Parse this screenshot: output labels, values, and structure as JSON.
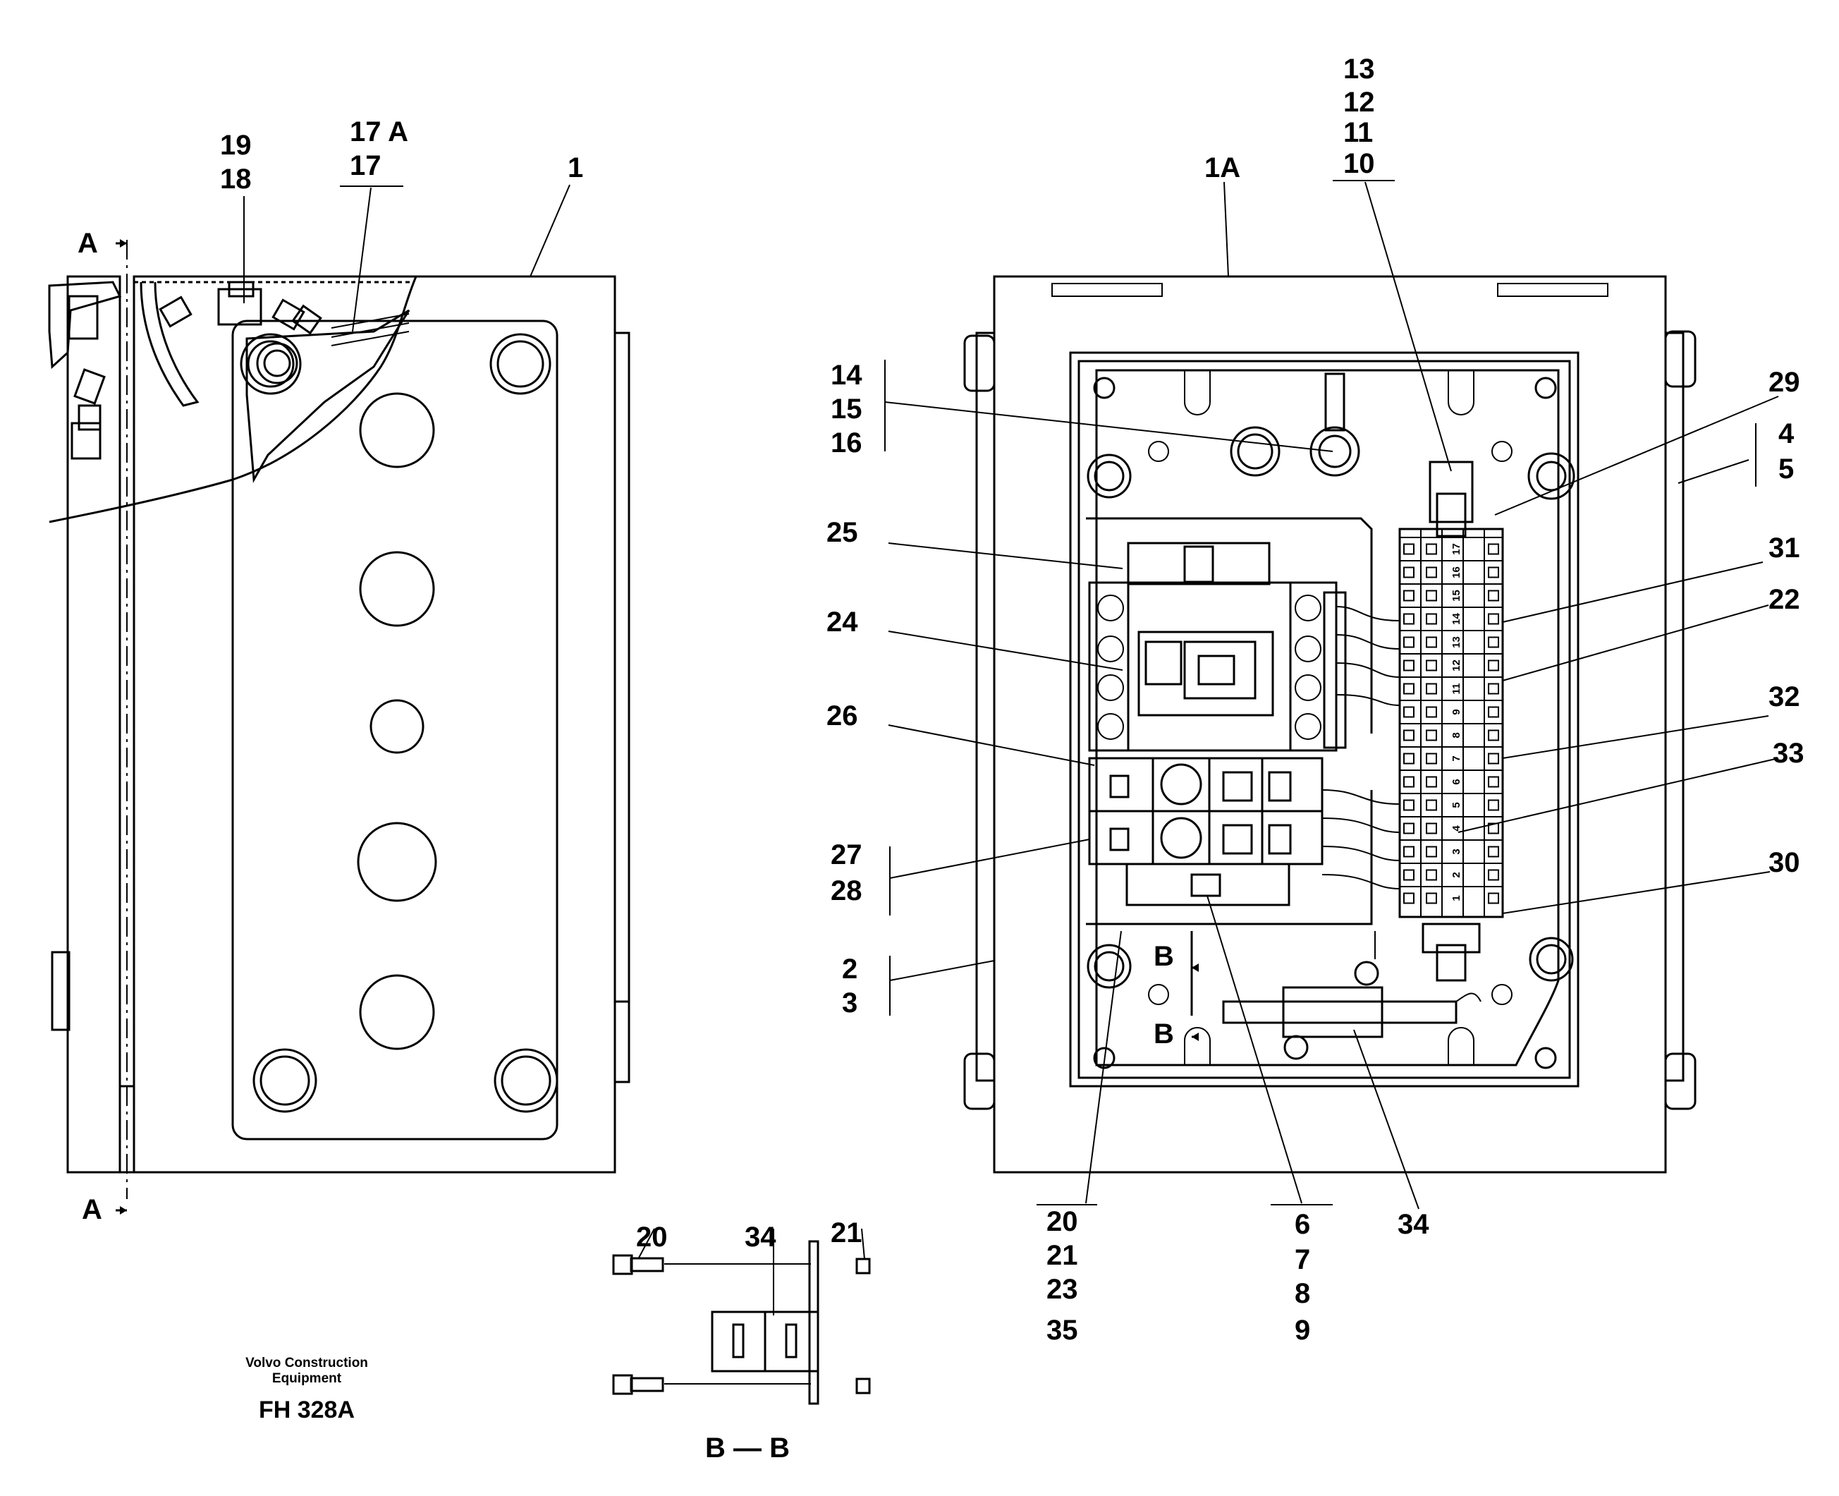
{
  "callouts": {
    "c1": "1",
    "c17": "17",
    "c17a": "17 A",
    "c18": "18",
    "c19": "19",
    "section_a_top": "A",
    "section_a_bottom": "A",
    "c1a": "1A",
    "c10": "10",
    "c11": "11",
    "c12": "12",
    "c13": "13",
    "c14": "14",
    "c15": "15",
    "c16": "16",
    "c29": "29",
    "c4": "4",
    "c5": "5",
    "c25": "25",
    "c31": "31",
    "c24": "24",
    "c22": "22",
    "c26": "26",
    "c32": "32",
    "c33": "33",
    "c27": "27",
    "c28": "28",
    "c30": "30",
    "c2": "2",
    "c3": "3",
    "section_b_top": "B",
    "section_b_bottom": "B",
    "c20": "20",
    "c21": "21",
    "c23": "23",
    "c35": "35",
    "c6": "6",
    "c7": "7",
    "c8": "8",
    "c9": "9",
    "c34": "34",
    "detail_20": "20",
    "detail_34": "34",
    "detail_21": "21"
  },
  "terminal_numbers": [
    "1",
    "2",
    "3",
    "4",
    "5",
    "6",
    "7",
    "8",
    "9",
    "11",
    "12",
    "13",
    "14",
    "15",
    "16",
    "17"
  ],
  "captions": {
    "manufacturer_line1": "Volvo Construction",
    "manufacturer_line2": "Equipment",
    "figure_code": "FH 328A",
    "section_b_title": "B — B"
  }
}
